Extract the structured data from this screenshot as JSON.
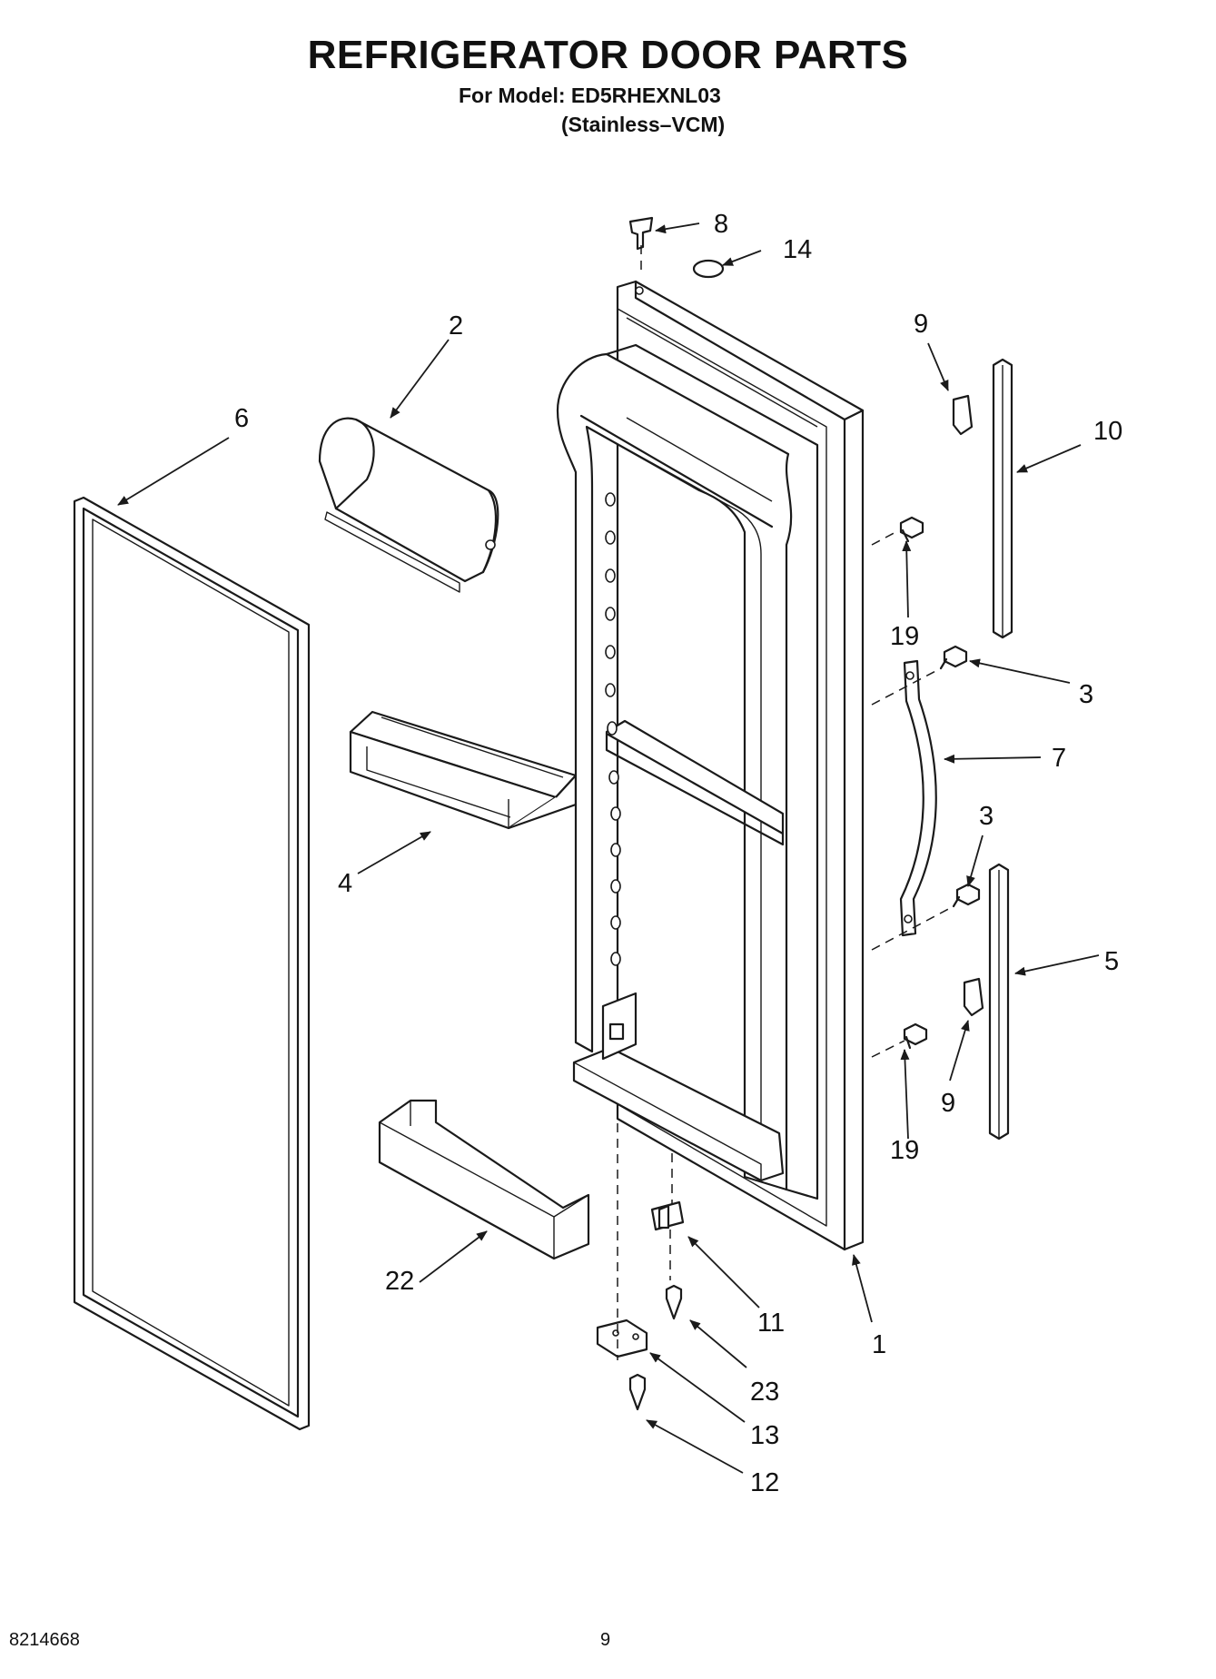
{
  "header": {
    "title": "REFRIGERATOR DOOR PARTS",
    "model_line": "For Model: ED5RHEXNL03",
    "variant_line": "(Stainless–VCM)"
  },
  "footer": {
    "document_number": "8214668",
    "page_number": "9"
  },
  "callouts": {
    "c1": "1",
    "c2": "2",
    "c3a": "3",
    "c3b": "3",
    "c4": "4",
    "c5": "5",
    "c6": "6",
    "c7": "7",
    "c8": "8",
    "c9a": "9",
    "c9b": "9",
    "c10": "10",
    "c11": "11",
    "c12": "12",
    "c13": "13",
    "c14": "14",
    "c19a": "19",
    "c19b": "19",
    "c22": "22",
    "c23": "23"
  }
}
